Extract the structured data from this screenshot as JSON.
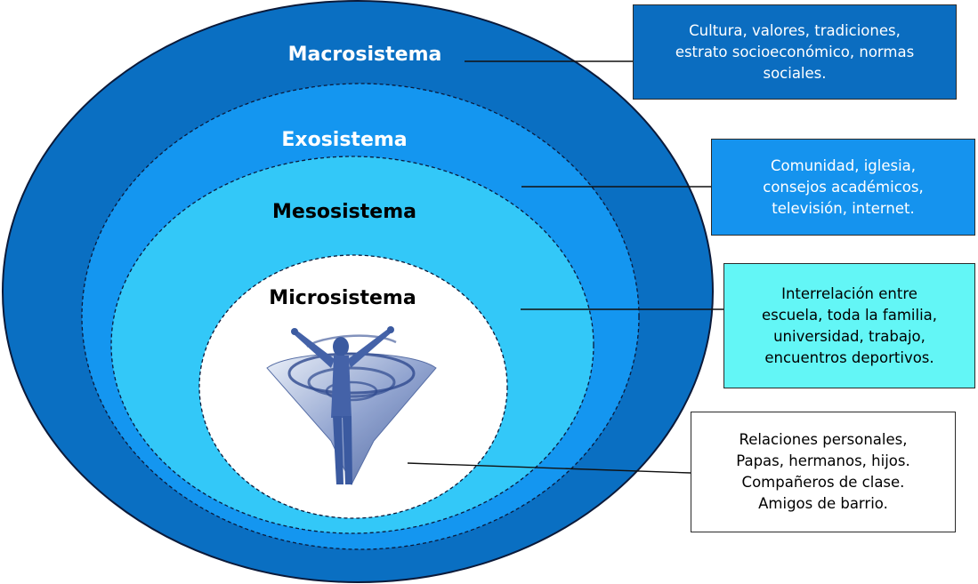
{
  "colors": {
    "macro": "#0a6fc2",
    "exo": "#1496f0",
    "meso": "#33c8f8",
    "micro": "#ffffff",
    "box_macro": "#0b6dc0",
    "box_exo": "#1593ee",
    "box_meso": "#63f6f6",
    "box_micro": "#ffffff",
    "outline": "#0b1a3a",
    "connector": "#111111"
  },
  "rings": {
    "macro": {
      "label": "Macrosistema"
    },
    "exo": {
      "label": "Exosistema"
    },
    "meso": {
      "label": "Mesosistema"
    },
    "micro": {
      "label": "Microsistema"
    }
  },
  "boxes": {
    "macro": {
      "lines": [
        "Cultura, valores, tradiciones,",
        "estrato socioeconómico, normas",
        "sociales."
      ]
    },
    "exo": {
      "lines": [
        "Comunidad, iglesia,",
        "consejos académicos,",
        "televisión, internet."
      ]
    },
    "meso": {
      "lines": [
        "Interrelación entre",
        "escuela, toda la familia,",
        "universidad, trabajo,",
        "encuentros deportivos."
      ]
    },
    "micro": {
      "lines": [
        "Relaciones personales,",
        "Papas, hermanos, hijos.",
        "Compañeros de clase.",
        "Amigos de barrio."
      ]
    }
  },
  "center_icon": "human-figure-vortex-icon"
}
